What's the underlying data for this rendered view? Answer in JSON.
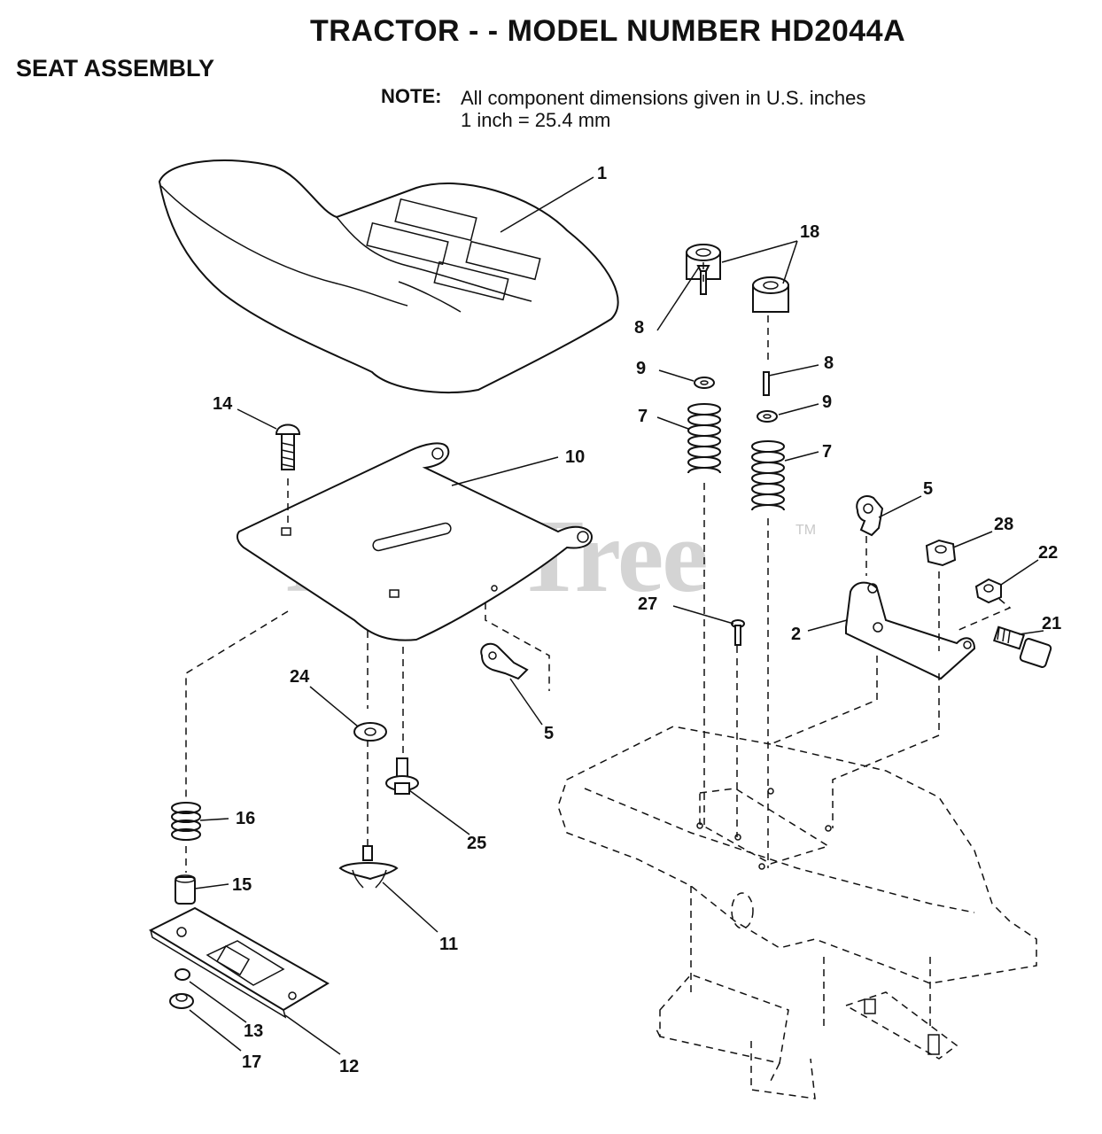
{
  "header": {
    "title": "TRACTOR - - MODEL NUMBER HD2044A",
    "subtitle": "SEAT ASSEMBLY",
    "note_label": "NOTE:",
    "note_line1": "All component dimensions given in U.S. inches",
    "note_line2": "1 inch = 25.4 mm"
  },
  "watermark": {
    "text": "PartsTree",
    "trademark": "TM"
  },
  "callouts": {
    "c1": "1",
    "c2": "2",
    "c5a": "5",
    "c5b": "5",
    "c7a": "7",
    "c7b": "7",
    "c8a": "8",
    "c8b": "8",
    "c9a": "9",
    "c9b": "9",
    "c10": "10",
    "c11": "11",
    "c12": "12",
    "c13": "13",
    "c14": "14",
    "c15": "15",
    "c16": "16",
    "c17": "17",
    "c18": "18",
    "c21": "21",
    "c22": "22",
    "c24": "24",
    "c25": "25",
    "c27": "27",
    "c28": "28"
  }
}
